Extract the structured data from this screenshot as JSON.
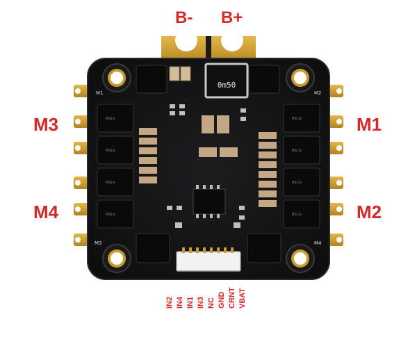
{
  "labels": {
    "b_minus": "B-",
    "b_plus": "B+",
    "m1": "M1",
    "m2": "M2",
    "m3": "M3",
    "m4": "M4"
  },
  "pins": [
    "IN2",
    "IN4",
    "IN1",
    "IN3",
    "NC",
    "GND",
    "CRNT",
    "VBAT"
  ],
  "board": {
    "shunt_text": "0m50",
    "corner_marks": [
      "M1",
      "M2",
      "M3",
      "M4"
    ]
  },
  "colors": {
    "label_red": "#d42a2a",
    "pcb_black": "#141414",
    "gold": "#c99a2e"
  }
}
